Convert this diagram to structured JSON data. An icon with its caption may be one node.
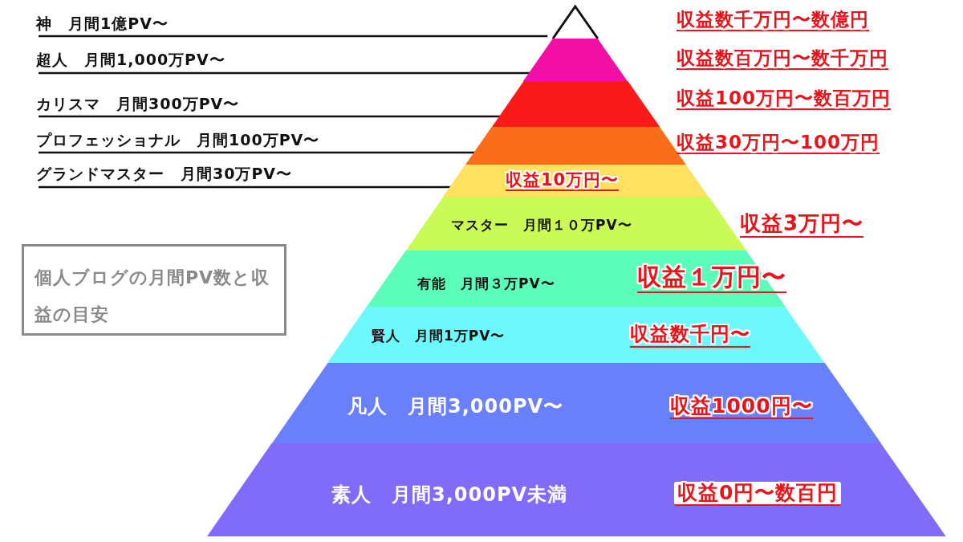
{
  "diagram": {
    "nodes": [
      {
        "text": [
          "神　月間1億PV〜"
        ]
      },
      {
        "text": [],
        "shape": "triangle"
      },
      {
        "text": [
          "超人　月間1,000万PV〜"
        ]
      },
      {
        "text": [],
        "shape": "trapezoid"
      },
      {
        "text": [
          "カリスマ　月間300万PV〜"
        ]
      },
      {
        "text": [],
        "shape": "trapezoid"
      },
      {
        "text": [
          "プロフェッショナル　月間100万PV〜"
        ]
      },
      {
        "text": [],
        "shape": "trapezoid"
      },
      {
        "text": [
          "グランドマスター　月間30万PV〜"
        ]
      },
      {
        "text": [
          "収益10万円〜"
        ]
      },
      {
        "text": [
          "マスター　月間１０万PV〜"
        ],
        "beside": [
          "収益3万円〜"
        ]
      },
      {
        "text": [
          "有能　月間３万PV〜",
          "収益１万円〜"
        ]
      },
      {
        "text": [
          "賢人　月間1万PV〜",
          "収益数千円〜"
        ]
      },
      {
        "text": [
          "凡人　月間3,000PV〜",
          "収益1000円〜"
        ]
      },
      {
        "text": [
          "素人　月間3,000PV未満",
          "収益0円〜数百円"
        ]
      },
      {
        "text": [
          "個人ブログの月間PV数と収益の目安"
        ]
      }
    ],
    "edges": [
      {
        "from": 0,
        "to": 1,
        "arrow": "none"
      },
      {
        "from": 2,
        "to": 3,
        "arrow": "none"
      },
      {
        "from": 4,
        "to": 5,
        "arrow": "none"
      },
      {
        "from": 6,
        "to": 7,
        "arrow": "none"
      },
      {
        "from": 8,
        "to": 9,
        "arrow": "none"
      }
    ],
    "labels": [
      "収益数千万円〜数億円",
      "収益数百万円〜数千万円",
      "収益100万円〜数百万円",
      "収益30万円〜100万円"
    ]
  }
}
